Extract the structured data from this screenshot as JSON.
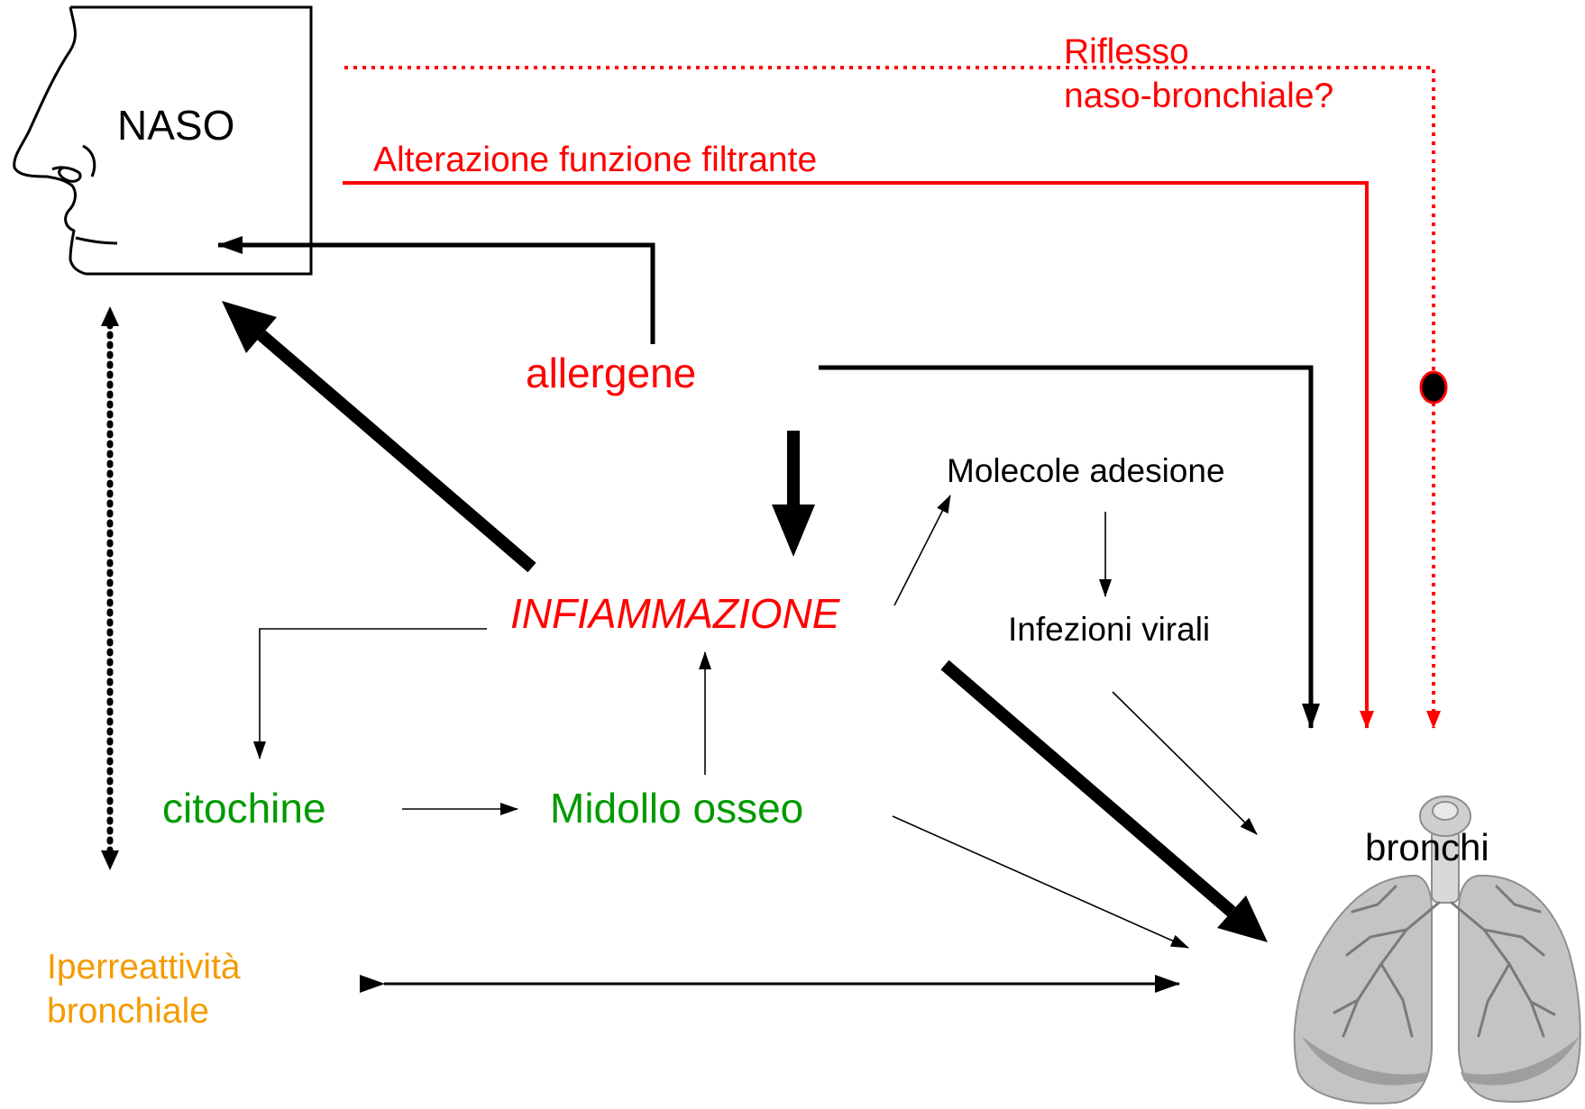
{
  "labels": {
    "naso": "NASO",
    "riflesso_line1": "Riflesso",
    "riflesso_line2": "naso-bronchiale?",
    "alterazione": "Alterazione funzione filtrante",
    "allergene": "allergene",
    "molecole": "Molecole adesione",
    "infiammazione": "INFIAMMAZIONE",
    "infezioni": "Infezioni virali",
    "citochine": "citochine",
    "midollo": "Midollo osseo",
    "bronchi": "bronchi",
    "iperreattivita_line1": "Iperreattività",
    "iperreattivita_line2": "bronchiale"
  },
  "colors": {
    "red": "#ff0000",
    "green": "#009a00",
    "orange": "#f59b00",
    "black": "#000000",
    "lung": "#bdbdbd"
  },
  "icons": [
    "nose-profile-icon",
    "lungs-icon"
  ]
}
